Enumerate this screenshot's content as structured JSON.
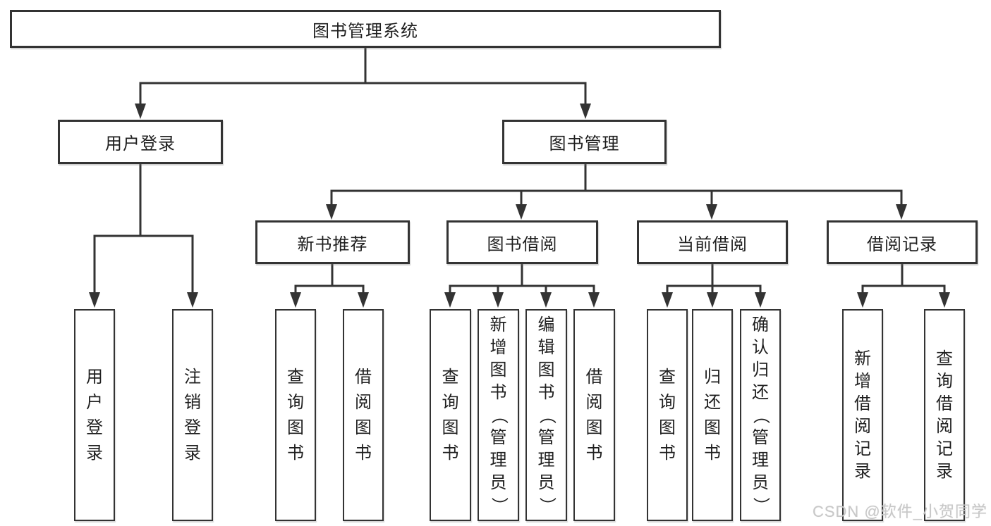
{
  "diagram": {
    "root": "图书管理系统",
    "level1": {
      "user_login": "用户登录",
      "book_mgmt": "图书管理"
    },
    "level2": {
      "new_books": "新书推荐",
      "borrowing": "图书借阅",
      "current": "当前借阅",
      "records": "借阅记录"
    },
    "leaves": {
      "login": "用户登录",
      "logout": "注销登录",
      "nb_query": "查询图书",
      "nb_borrow": "借阅图书",
      "bw_query": "查询图书",
      "bw_add": "新增图书（管理员）",
      "bw_edit": "编辑图书（管理员）",
      "bw_borrow": "借阅图书",
      "cu_query": "查询图书",
      "cu_return": "归还图书",
      "cu_confirm": "确认归还（管理员）",
      "rc_add": "新增借阅记录",
      "rc_query": "查询借阅记录"
    },
    "watermark": "CSDN @软件_小贺同学"
  },
  "colors": {
    "line": "#333333",
    "text": "#1f1f1f",
    "watermark": "#c8c8c8",
    "background": "#ffffff"
  }
}
